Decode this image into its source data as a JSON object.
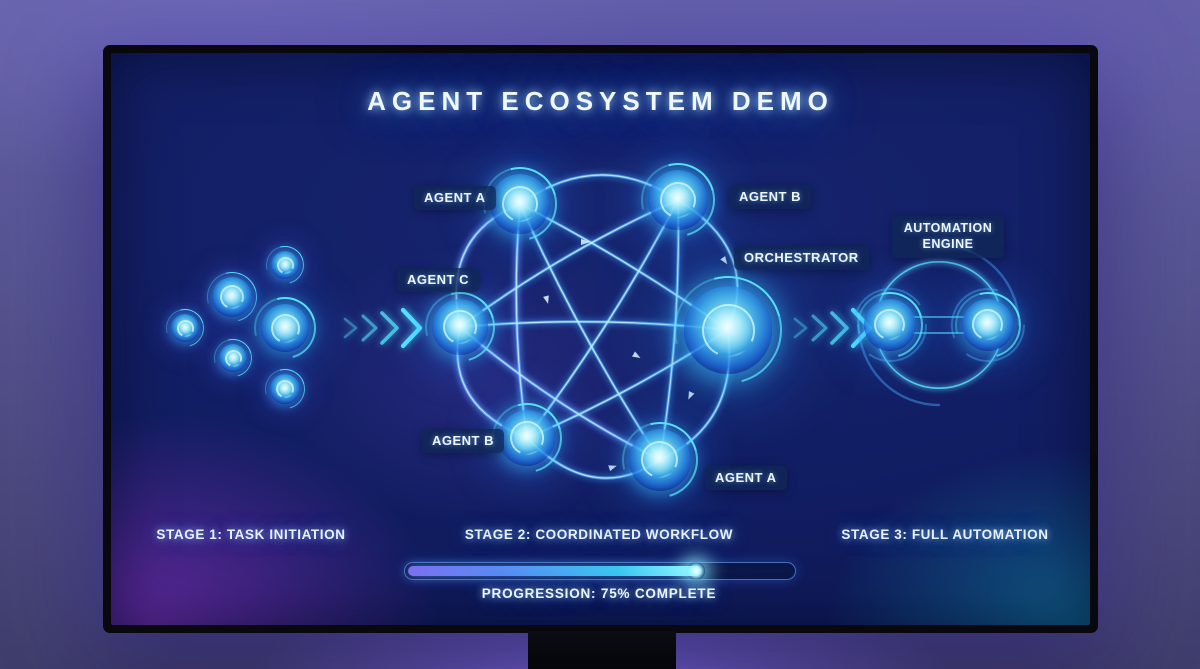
{
  "title": "AGENT ECOSYSTEM DEMO",
  "stages": {
    "stage1": {
      "caption": "STAGE 1: TASK INITIATION"
    },
    "stage2": {
      "caption": "STAGE 2: COORDINATED WORKFLOW",
      "nodes": [
        {
          "label": "AGENT A"
        },
        {
          "label": "AGENT B"
        },
        {
          "label": "AGENT C"
        },
        {
          "label": "ORCHESTRATOR"
        },
        {
          "label": "AGENT B"
        },
        {
          "label": "AGENT A"
        }
      ]
    },
    "stage3": {
      "caption": "STAGE 3: FULL AUTOMATION",
      "engine_label": "AUTOMATION ENGINE"
    }
  },
  "progress": {
    "percent": 75,
    "label": "PROGRESSION: 75% COMPLETE"
  },
  "icons": {
    "stage_transition": "fast-forward-chevrons"
  },
  "colors": {
    "accent_cyan": "#4fe3ff",
    "accent_blue": "#2f7ff0",
    "accent_indigo": "#6b74e8",
    "screen_navy": "#101d61",
    "wall_purple": "#5b579b",
    "label_bg": "rgba(16,38,84,0.78)"
  }
}
